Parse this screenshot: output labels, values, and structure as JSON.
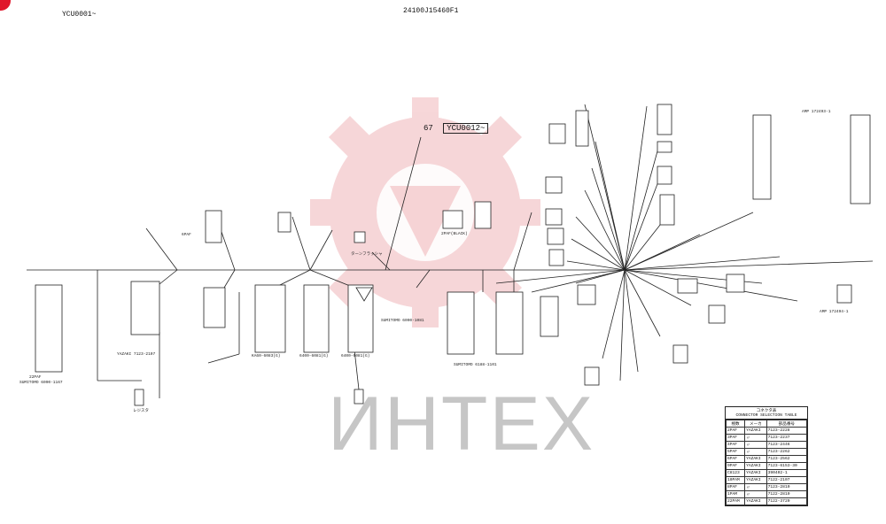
{
  "header": {
    "left_code": "YCU0001~",
    "center_code": "24100J15460F1"
  },
  "callout": {
    "number": "67",
    "ref": "YCU0012~"
  },
  "labels": {
    "left_connector": "22PAF",
    "left_connector_maker": "SUMITOMO 6090-1167",
    "center_yazaki": "YAZAKI 7123-2107",
    "connector_1": "KA60-6083(G)",
    "connector_2": "6400-6081(G)",
    "connector_3": "6400-6081(G)",
    "turn_flasher": "ターンフラッシャ",
    "bpaf_left": "6PAF",
    "sumitomo_a": "SUMITOMO 6090-1081",
    "sumitomo_b": "SUMITOMO 6188-1101",
    "resistor": "レジスタ",
    "two_paf_black": "2PAF(BLACK)",
    "amp_right": "AMP 172494-1",
    "amp_top": "AMP 172493-1"
  },
  "legend": {
    "title": "コネクタ表",
    "subtitle": "CONNECTOR SELECTION TABLE",
    "headers": [
      "極数",
      "メーカ",
      "部品番号"
    ],
    "rows": [
      [
        "2PAF",
        "YAZAKI",
        "7123-2228"
      ],
      [
        "3PAF",
        "〃",
        "7123-2237"
      ],
      [
        "4PAF",
        "〃",
        "7123-2446"
      ],
      [
        "5PAF",
        "〃",
        "7123-2262"
      ],
      [
        "6PAF",
        "YAZAKI",
        "7123-2562"
      ],
      [
        "9PAF",
        "YAZAKI",
        "7123-6153-30"
      ],
      [
        "C8123",
        "YAZAKI",
        "390402-1"
      ],
      [
        "10PAM",
        "YAZAKI",
        "7122-2107"
      ],
      [
        "8PAF",
        "〃",
        "7123-2810"
      ],
      [
        "1PAM",
        "〃",
        "7122-2810"
      ],
      [
        "22PAM",
        "YAZAKI",
        "7122-3720"
      ]
    ]
  },
  "watermark": {
    "text": "ИНТЕХ"
  }
}
